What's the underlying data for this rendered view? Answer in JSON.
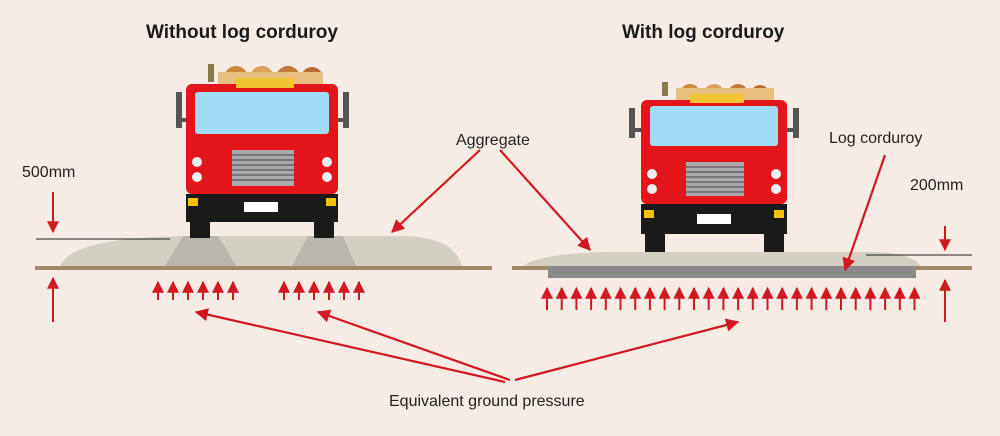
{
  "panels": {
    "left_title": "Without log corduroy",
    "right_title": "With log corduroy"
  },
  "labels": {
    "aggregate": "Aggregate",
    "log_corduroy": "Log corduroy",
    "depth_left": "500mm",
    "depth_right": "200mm",
    "pressure": "Equivalent ground pressure"
  },
  "colors": {
    "background": "#f6ece5",
    "truck_red": "#e3151b",
    "aggregate": "#d3cfc3",
    "corduroy": "#8a8a8a",
    "ground_line": "#9e8a6a",
    "arrow_red": "#d11820"
  }
}
